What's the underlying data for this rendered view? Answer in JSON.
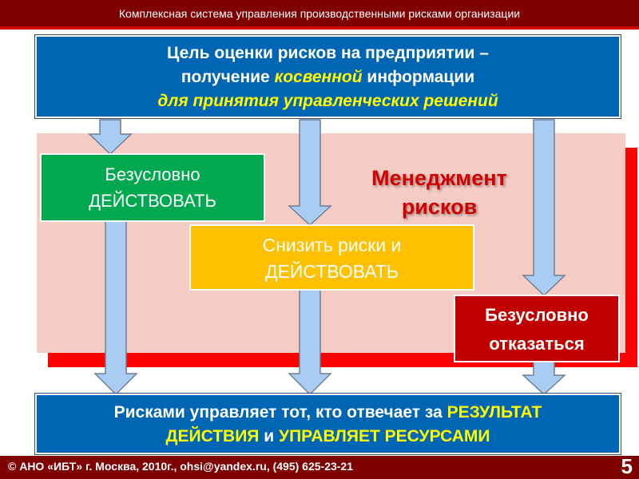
{
  "header": {
    "title": "Комплексная система управления производственными рисками организации"
  },
  "goal": {
    "line1": "Цель оценки рисков на предприятии –",
    "line2_a": "получение ",
    "line2_highlight": "косвенной",
    "line2_b": " информации",
    "line3": "для принятия управленческих решений"
  },
  "boxes": {
    "act_line1": "Безусловно",
    "act_line2": "ДЕЙСТВОВАТЬ",
    "reduce_line1": "Снизить риски и",
    "reduce_line2": "ДЕЙСТВОВАТЬ",
    "refuse_line1": "Безусловно",
    "refuse_line2": "отказаться"
  },
  "management": {
    "line1": "Менеджмент",
    "line2": "рисков"
  },
  "conclusion": {
    "part1": "Рисками управляет тот, кто отвечает за ",
    "hl1": "РЕЗУЛЬТАТ",
    "hl2": "ДЕЙСТВИЯ",
    "part2": " и ",
    "hl3": "УПРАВЛЯЕТ РЕСУРСАМИ"
  },
  "footer": {
    "text": "© АНО «ИБТ»  г. Москва,  2010г., ohsi@yandex.ru, (495) 625-23-21",
    "page": "5"
  },
  "colors": {
    "header_bg": "#7f0000",
    "blue_box": "#0066b3",
    "green_box": "#00a850",
    "yellow_box": "#ffc000",
    "red_box": "#c00000",
    "pink_area": "#f5ccc4",
    "arrow_fill": "#a9cdf2"
  }
}
